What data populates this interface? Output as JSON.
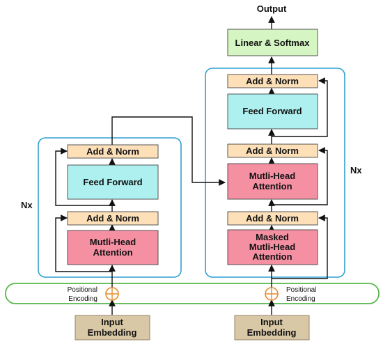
{
  "colors": {
    "add_norm": "#fde0b8",
    "feed_forward": "#aef0f0",
    "attention": "#f590a3",
    "linear_softmax": "#d5f5c2",
    "embedding": "#d9c8a6",
    "block_border": "#2f9fd0",
    "band_border": "#55b84a",
    "positional_circle": "#e88a2a"
  },
  "encoder": {
    "nx": "Nx",
    "add_norm_top": "Add & Norm",
    "feed_forward": "Feed Forward",
    "add_norm_bottom": "Add & Norm",
    "attention": [
      "Mutli-Head",
      "Attention"
    ]
  },
  "decoder": {
    "nx": "Nx",
    "add_norm_top": "Add & Norm",
    "feed_forward": "Feed Forward",
    "add_norm_middle": "Add & Norm",
    "cross_attention": [
      "Mutli-Head",
      "Attention"
    ],
    "add_norm_bottom": "Add & Norm",
    "masked_attention": [
      "Masked",
      "Mutli-Head",
      "Attention"
    ]
  },
  "head": {
    "linear_softmax": "Linear & Softmax",
    "output": "Output"
  },
  "positional_encoding": {
    "left": [
      "Positional",
      "Encoding"
    ],
    "right": [
      "Positional",
      "Encoding"
    ]
  },
  "inputs": {
    "left": [
      "Input",
      "Embedding"
    ],
    "right": [
      "Input",
      "Embedding"
    ]
  }
}
